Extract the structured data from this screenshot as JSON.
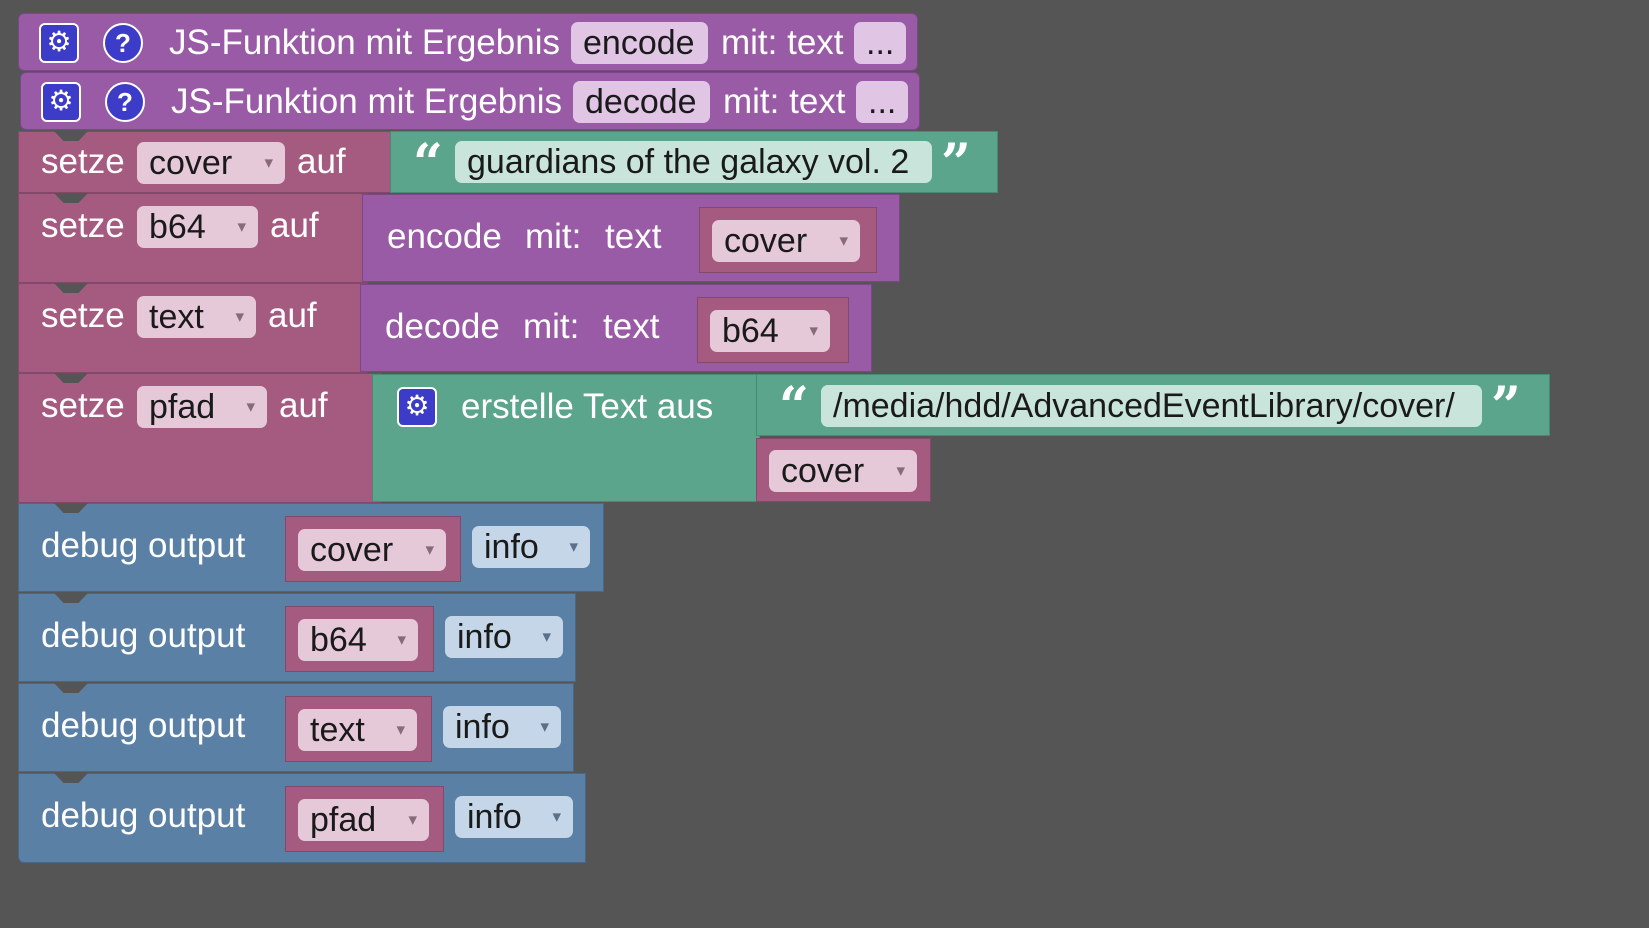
{
  "procedures": [
    {
      "label": "JS-Funktion mit Ergebnis",
      "name": "encode",
      "params": "mit: text",
      "more": "..."
    },
    {
      "label": "JS-Funktion mit Ergebnis",
      "name": "decode",
      "params": "mit: text",
      "more": "..."
    }
  ],
  "common": {
    "setze": "setze",
    "auf": "auf",
    "mit": "mit:",
    "text": "text",
    "debug": "debug output",
    "arrow": "▾",
    "open_quote": "“",
    "close_quote": "”",
    "gear": "⚙",
    "help": "?"
  },
  "set_blocks": [
    {
      "var": "cover",
      "string": "guardians of the galaxy vol. 2"
    },
    {
      "var": "b64",
      "func": "encode",
      "arg": "cover"
    },
    {
      "var": "text",
      "func": "decode",
      "arg": "b64"
    },
    {
      "var": "pfad",
      "join_label": "erstelle Text aus",
      "path": "/media/hdd/AdvancedEventLibrary/cover/",
      "join_var": "cover"
    }
  ],
  "debug_blocks": [
    {
      "var": "cover",
      "level": "info"
    },
    {
      "var": "b64",
      "level": "info"
    },
    {
      "var": "text",
      "level": "info"
    },
    {
      "var": "pfad",
      "level": "info"
    }
  ],
  "colors": {
    "workspace": "#555555",
    "procedure": "#995ba5",
    "variables": "#a55b80",
    "text": "#5ba58c",
    "debug": "#5b80a5",
    "icon": "#3c3cc8"
  }
}
